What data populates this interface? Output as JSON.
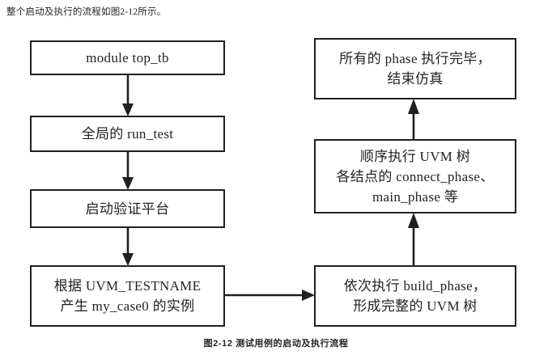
{
  "page": {
    "intro_text": "整个启动及执行的流程如图2-12所示。",
    "caption": "图2-12    测试用例的启动及执行流程",
    "background_color": "#ffffff",
    "line_color": "#231f1c",
    "text_color": "#262220"
  },
  "diagram": {
    "type": "flowchart",
    "left_column": [
      {
        "id": "box-top-tb",
        "label": "module top_tb"
      },
      {
        "id": "box-run-test",
        "label": "全局的 run_test"
      },
      {
        "id": "box-start-bench",
        "label": "启动验证平台"
      },
      {
        "id": "box-testname",
        "label": "根据 UVM_TESTNAME\n产生 my_case0 的实例"
      }
    ],
    "right_column": [
      {
        "id": "box-all-phase",
        "label": "所有的 phase 执行完毕，\n结束仿真"
      },
      {
        "id": "box-seq-phase",
        "label": "顺序执行 UVM 树\n各结点的 connect_phase、\nmain_phase 等"
      },
      {
        "id": "box-build-phase",
        "label": "依次执行 build_phase，\n形成完整的 UVM 树"
      }
    ],
    "connectors": [
      {
        "id": "arrow-topTb-to-runTest",
        "from": "box-top-tb",
        "to": "box-run-test",
        "direction": "down"
      },
      {
        "id": "arrow-runTest-to-startBench",
        "from": "box-run-test",
        "to": "box-start-bench",
        "direction": "down"
      },
      {
        "id": "arrow-startBench-to-testname",
        "from": "box-start-bench",
        "to": "box-testname",
        "direction": "down"
      },
      {
        "id": "arrow-testname-to-buildPhase",
        "from": "box-testname",
        "to": "box-build-phase",
        "direction": "right"
      },
      {
        "id": "arrow-buildPhase-to-seqPhase",
        "from": "box-build-phase",
        "to": "box-seq-phase",
        "direction": "up"
      },
      {
        "id": "arrow-seqPhase-to-allPhase",
        "from": "box-seq-phase",
        "to": "box-all-phase",
        "direction": "up"
      }
    ]
  }
}
